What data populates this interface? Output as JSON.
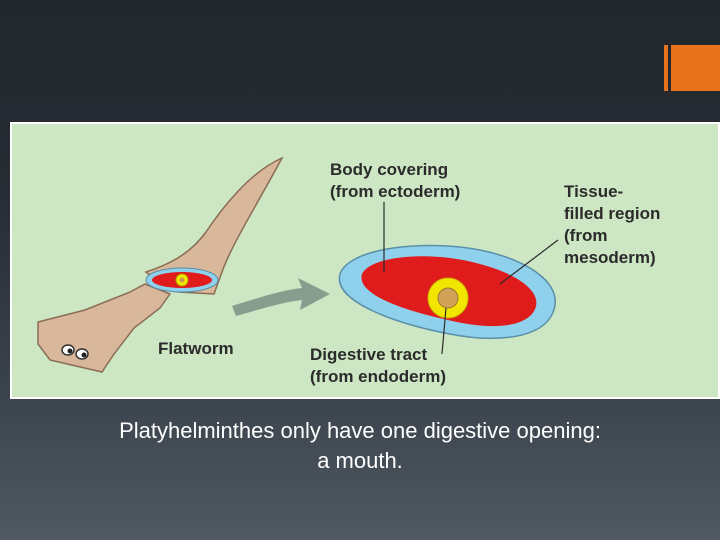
{
  "colors": {
    "accent": "#e8731c",
    "diagram_background": "#cde6c3",
    "worm_tan": "#d8b79a",
    "ectoderm_blue": "#8fd0ec",
    "mesoderm_red": "#e01b1b",
    "endoderm_yellow": "#f2e600"
  },
  "diagram": {
    "label_body_covering_line1": "Body covering",
    "label_body_covering_line2": "(from ectoderm)",
    "label_tissue_line1": "Tissue-",
    "label_tissue_line2": "filled region",
    "label_tissue_line3": "(from",
    "label_tissue_line4": "mesoderm)",
    "label_flatworm": "Flatworm",
    "label_digestive_line1": "Digestive tract",
    "label_digestive_line2": "(from endoderm)"
  },
  "caption": {
    "line1": "Platyhelminthes only have one digestive opening:",
    "line2": "a mouth."
  }
}
